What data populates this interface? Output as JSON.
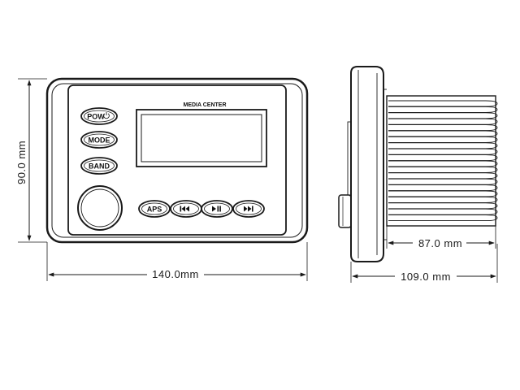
{
  "front_view": {
    "brand_label": "MEDIA CENTER",
    "buttons": {
      "power": "POW",
      "mode": "MODE",
      "band": "BAND",
      "aps": "APS"
    }
  },
  "dimensions": {
    "height": "90.0 mm",
    "width": "140.0mm",
    "body_depth": "87.0 mm",
    "total_depth": "109.0 mm"
  }
}
